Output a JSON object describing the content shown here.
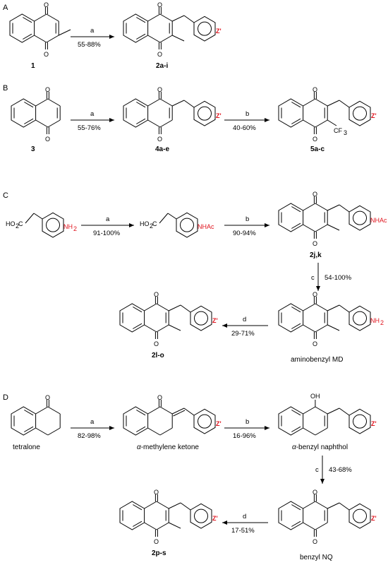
{
  "sections": {
    "A": {
      "label": "A",
      "step_a": {
        "letter": "a",
        "yield": "55-88%"
      },
      "compounds": {
        "start": "1",
        "product": "2a-i"
      }
    },
    "B": {
      "label": "B",
      "step_a": {
        "letter": "a",
        "yield": "55-76%"
      },
      "step_b": {
        "letter": "b",
        "yield": "40-60%"
      },
      "compounds": {
        "start": "3",
        "intermediate": "4a-e",
        "product": "5a-c"
      }
    },
    "C": {
      "label": "C",
      "step_a": {
        "letter": "a",
        "yield": "91-100%"
      },
      "step_b": {
        "letter": "b",
        "yield": "90-94%"
      },
      "step_c": {
        "letter": "c",
        "yield": "54-100%"
      },
      "step_d": {
        "letter": "d",
        "yield": "29-71%"
      },
      "compounds": {
        "protected": "2j,k",
        "amine": "aminobenzyl MD",
        "product": "2l-o"
      }
    },
    "D": {
      "label": "D",
      "step_a": {
        "letter": "a",
        "yield": "82-98%"
      },
      "step_b": {
        "letter": "b",
        "yield": "16-96%"
      },
      "step_c": {
        "letter": "c",
        "yield": "43-68%"
      },
      "step_d": {
        "letter": "d",
        "yield": "17-51%"
      },
      "compounds": {
        "start": "tetralone",
        "ketone": "-methylene ketone",
        "naphthol": "-benzyl naphthol",
        "nq": "benzyl NQ",
        "product": "2p-s"
      },
      "greek": "α"
    }
  },
  "atoms": {
    "O": "O",
    "Z": "Z'",
    "CF3": "CF",
    "three": "3",
    "NH2": "NH",
    "two": "2",
    "NHAc": "NHAc",
    "HO2C": "HO",
    "C": "C",
    "OH": "OH"
  },
  "colors": {
    "accent": "#e0141e",
    "ink": "#000000"
  }
}
